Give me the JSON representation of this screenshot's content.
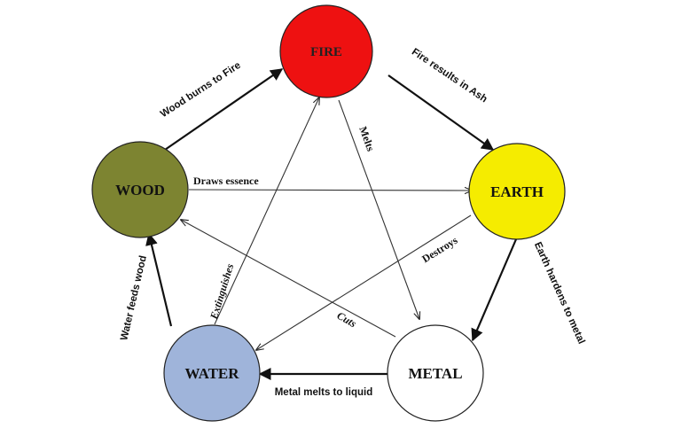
{
  "nodes": {
    "fire": {
      "label": "FIRE",
      "color": "#ee1111"
    },
    "earth": {
      "label": "EARTH",
      "color": "#f5ec00"
    },
    "metal": {
      "label": "METAL",
      "color": "#ffffff"
    },
    "water": {
      "label": "WATER",
      "color": "#9fb4da"
    },
    "wood": {
      "label": "WOOD",
      "color": "#7d8431"
    }
  },
  "generating": {
    "wood_fire": "Wood burns to Fire",
    "fire_earth": "Fire results in Ash",
    "earth_metal": "Earth hardens to metal",
    "metal_water": "Metal melts to liquid",
    "water_wood": "Water feeds wood"
  },
  "controlling": {
    "wood_earth": "Draws essence",
    "fire_metal": "Melts",
    "earth_water": "Destroys",
    "metal_wood": "Cuts",
    "water_fire": "Extinguishes"
  }
}
